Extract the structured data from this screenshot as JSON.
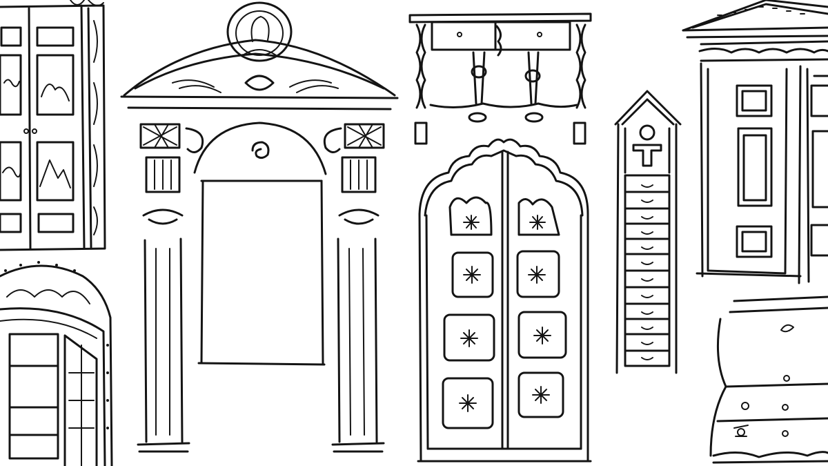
{
  "illustration": {
    "style": "black-ink-line-drawing",
    "background_color": "#ffffff",
    "ink_color": "#141414",
    "items": [
      "paneled-cabinet-door",
      "arched-window",
      "baroque-column-portal",
      "spiral-leg-console-table",
      "scalloped-arch-double-door",
      "narrow-drawer-tower",
      "pediment-wardrobe",
      "bombe-chest-of-drawers"
    ]
  }
}
